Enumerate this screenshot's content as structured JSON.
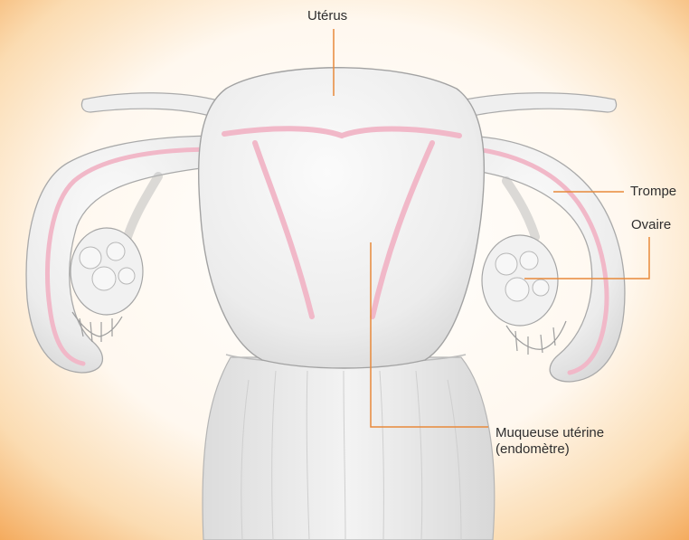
{
  "labels": {
    "uterus": "Utérus",
    "tube": "Trompe",
    "ovary": "Ovaire",
    "mucosa_line1": "Muqueuse utérine",
    "mucosa_line2": "(endomètre)"
  },
  "colors": {
    "leader": "#e8893a",
    "mucosa": "#f1b8c8",
    "tissue": "#eeeeee",
    "outline": "#a9a9a9",
    "bg_warm": "#f6b463"
  }
}
